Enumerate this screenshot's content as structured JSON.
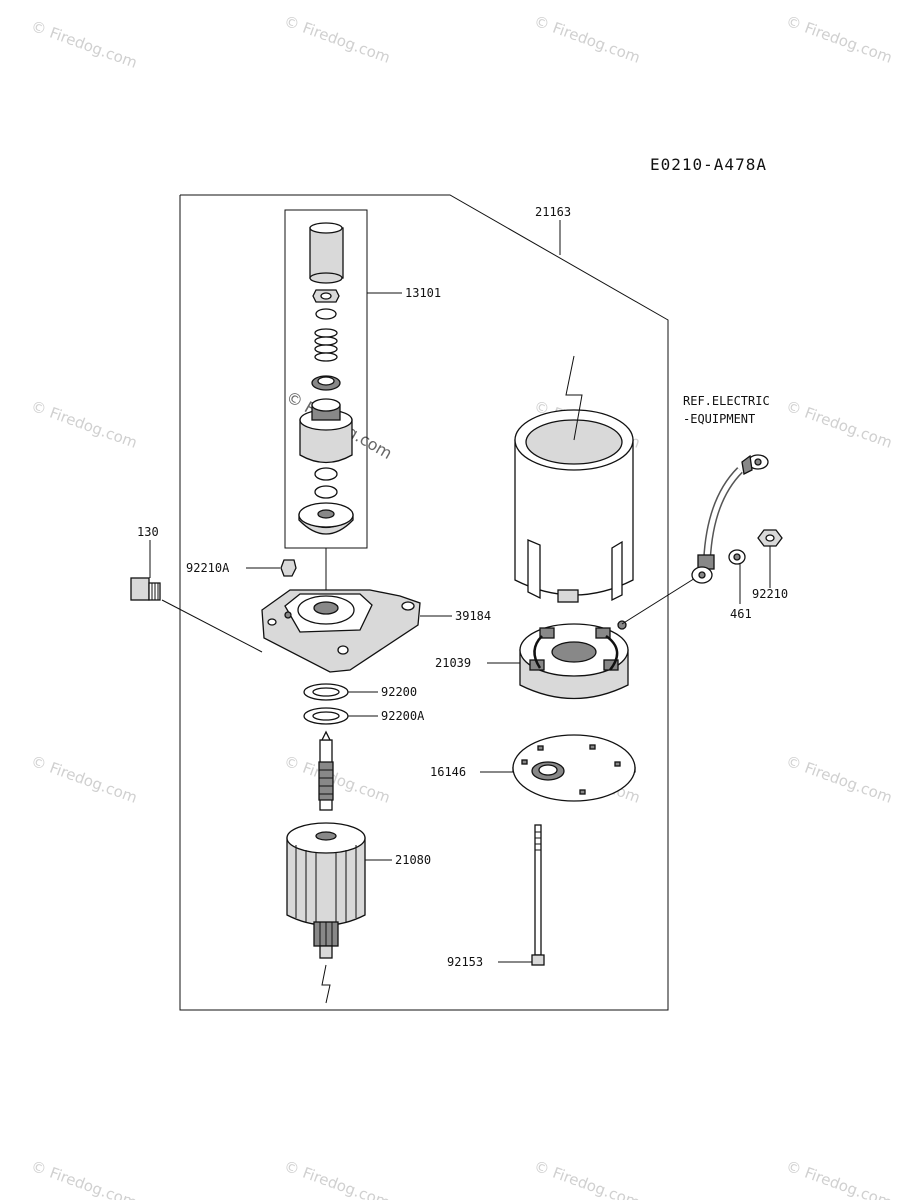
{
  "diagram_code": "E0210-A478A",
  "reference_note": [
    "REF.ELECTRIC",
    "-EQUIPMENT"
  ],
  "watermark": "© Firedog.com",
  "parts": {
    "p21163": "21163",
    "p13101": "13101",
    "p130": "130",
    "p92210A": "92210A",
    "p39184": "39184",
    "p92200": "92200",
    "p92200A": "92200A",
    "p21080": "21080",
    "p21039": "21039",
    "p16146": "16146",
    "p92153": "92153",
    "p461": "461",
    "p92210": "92210"
  }
}
